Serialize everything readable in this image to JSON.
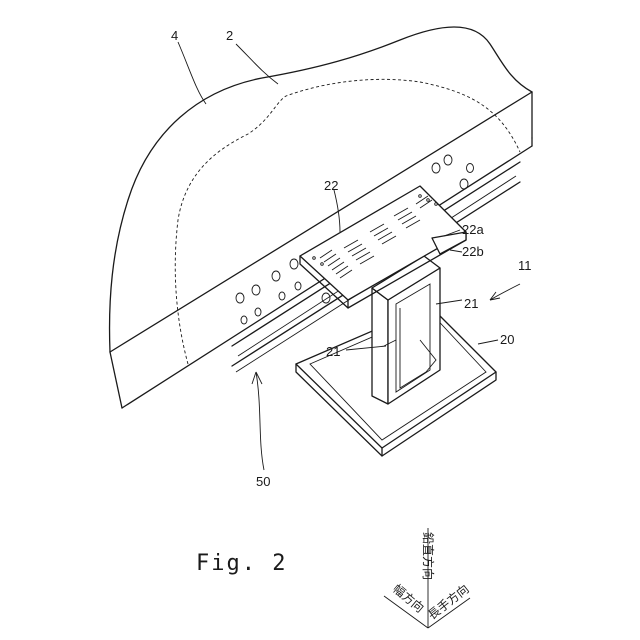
{
  "labels": {
    "l4": "4",
    "l2": "2",
    "l22": "22",
    "l22a": "22a",
    "l22b": "22b",
    "l11": "11",
    "l21a": "21",
    "l21b": "21",
    "l20": "20",
    "l50": "50"
  },
  "caption": "Fig. 2",
  "directions": {
    "vertical": "鉛直方向",
    "width": "幅方向",
    "longitudinal": "長手方向"
  }
}
